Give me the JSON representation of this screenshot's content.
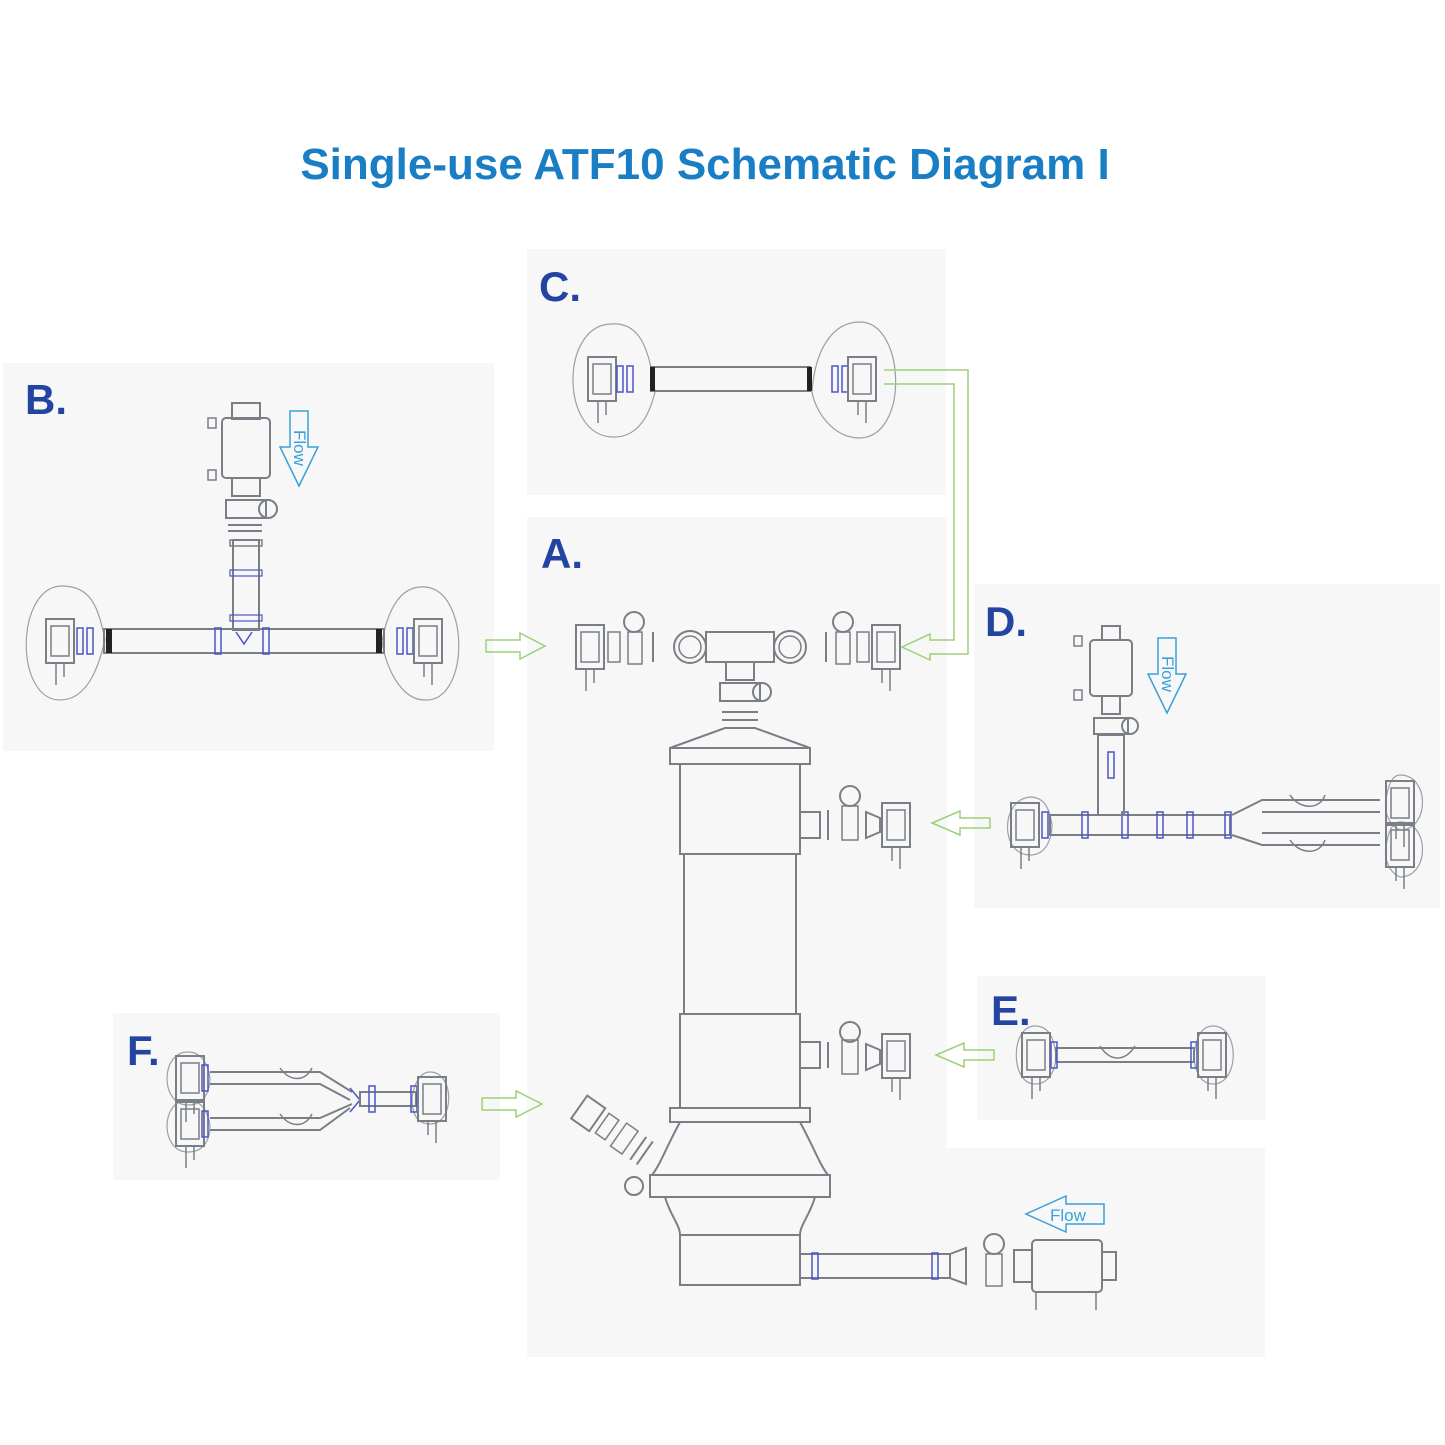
{
  "title": "Single-use ATF10 Schematic Diagram I",
  "colors": {
    "title": "#1a7ec4",
    "label": "#2344a0",
    "line": "#7a7f86",
    "accent": "#4a56c8",
    "flow_arrow": "#3aa0d8",
    "connector_arrow": "#9bd07a",
    "panel_bg": "#f7f7f7"
  },
  "panels": {
    "a": {
      "label": "A."
    },
    "b": {
      "label": "B."
    },
    "c": {
      "label": "C."
    },
    "d": {
      "label": "D."
    },
    "e": {
      "label": "E."
    },
    "f": {
      "label": "F."
    }
  },
  "flow": {
    "b": "Flow",
    "d": "Flow",
    "a": "Flow"
  }
}
